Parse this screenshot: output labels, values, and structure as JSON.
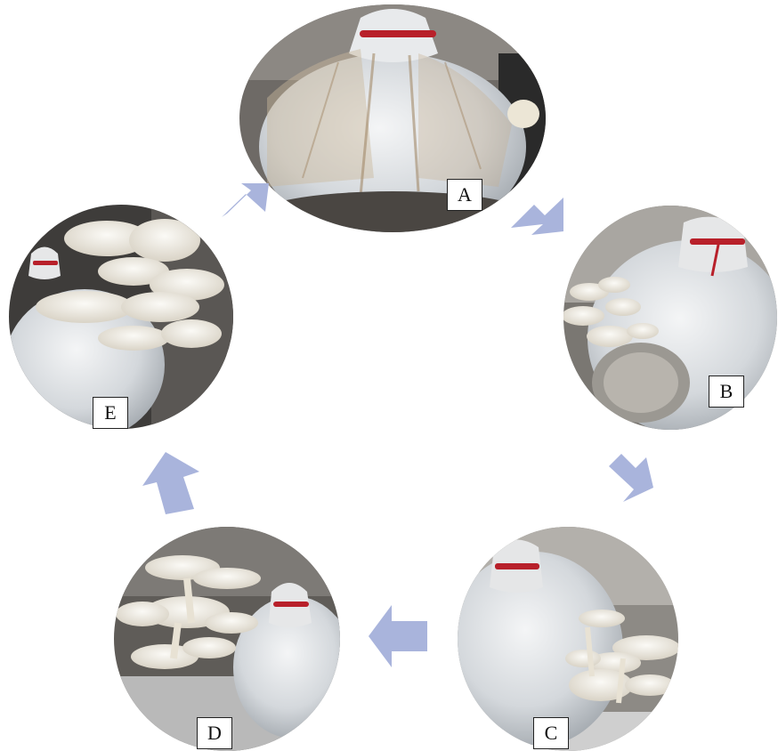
{
  "stages": [
    {
      "id": "A",
      "label": "A"
    },
    {
      "id": "B",
      "label": "B"
    },
    {
      "id": "C",
      "label": "C"
    },
    {
      "id": "D",
      "label": "D"
    },
    {
      "id": "E",
      "label": "E"
    }
  ],
  "colors": {
    "arrow": "#a9b4dc",
    "bag": "#d9dde0",
    "mushroom": "#f1ede4",
    "background_dark": "#3a3a3a",
    "tie": "#b8202a"
  }
}
